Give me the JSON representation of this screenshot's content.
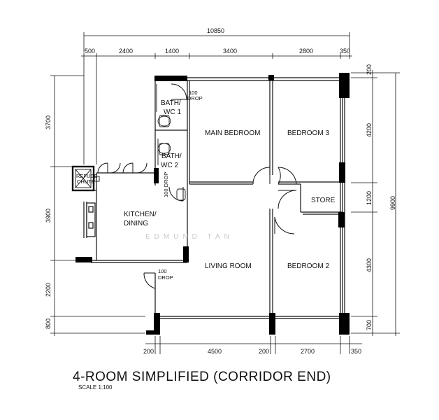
{
  "title": "4-ROOM SIMPLIFIED (CORRIDOR END)",
  "scale": "SCALE  1:100",
  "watermark": "EDMUND TAN",
  "rooms": {
    "bath_wc1": [
      "BATH/",
      "WC 1"
    ],
    "bath_wc2": [
      "BATH/",
      "WC 2"
    ],
    "main_bedroom": "MAIN BEDROOM",
    "bedroom3": "BEDROOM 3",
    "bedroom2": "BEDROOM 2",
    "store": "STORE",
    "kitchen": [
      "KITCHEN/",
      "DINING"
    ],
    "living": "LIVING ROOM",
    "refuse": [
      "REFUSE",
      "CHUTE"
    ]
  },
  "drops": {
    "drop1": [
      "100",
      "DROP"
    ],
    "drop2": "100 DROP",
    "drop3": [
      "100",
      "DROP"
    ]
  },
  "dimensions": {
    "overall_width": "10850",
    "top": [
      "500",
      "2400",
      "1400",
      "3400",
      "2800",
      "350"
    ],
    "bottom": [
      "200",
      "4500",
      "200",
      "2700",
      "350"
    ],
    "left": [
      "3700",
      "3900",
      "2200",
      "800"
    ],
    "right": [
      "200",
      "4200",
      "1200",
      "4300",
      "700"
    ],
    "overall_height": "9900"
  },
  "colors": {
    "line": "#111111",
    "wall": "#000000",
    "watermark": "#c9c9c9"
  }
}
